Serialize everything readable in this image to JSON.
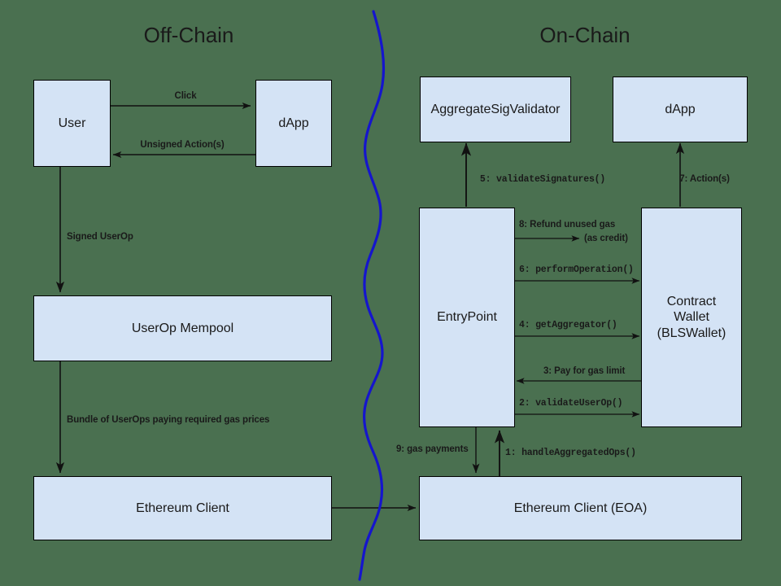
{
  "diagram": {
    "background_color": "#4a7050",
    "node_fill": "#d4e3f5",
    "node_stroke": "#000000",
    "divider_color": "#1515cd"
  },
  "titles": {
    "left": "Off-Chain",
    "right": "On-Chain"
  },
  "nodes": {
    "user": "User",
    "dapp_off": "dApp",
    "userop_mempool": "UserOp Mempool",
    "ethereum_client": "Ethereum Client",
    "aggregate_sig_validator": "AggregateSigValidator",
    "dapp_on": "dApp",
    "entrypoint": "EntryPoint",
    "contract_wallet": "Contract\nWallet\n(BLSWallet)",
    "ethereum_client_eoa": "Ethereum Client (EOA)"
  },
  "edges": {
    "click": "Click",
    "unsigned_actions": "Unsigned Action(s)",
    "signed_userop": "Signed UserOp",
    "bundle": "Bundle of UserOps paying required gas prices",
    "validate_signatures": "5: validateSignatures()",
    "actions": "7: Action(s)",
    "refund_line1": "8: Refund unused gas",
    "refund_line2": "(as credit)",
    "perform_operation": "6: performOperation()",
    "get_aggregator": "4: getAggregator()",
    "pay_gas_limit": "3: Pay for gas limit",
    "validate_userop": "2: validateUserOp()",
    "gas_payments": "9: gas payments",
    "handle_aggregated_ops": "1: handleAggregatedOps()"
  }
}
